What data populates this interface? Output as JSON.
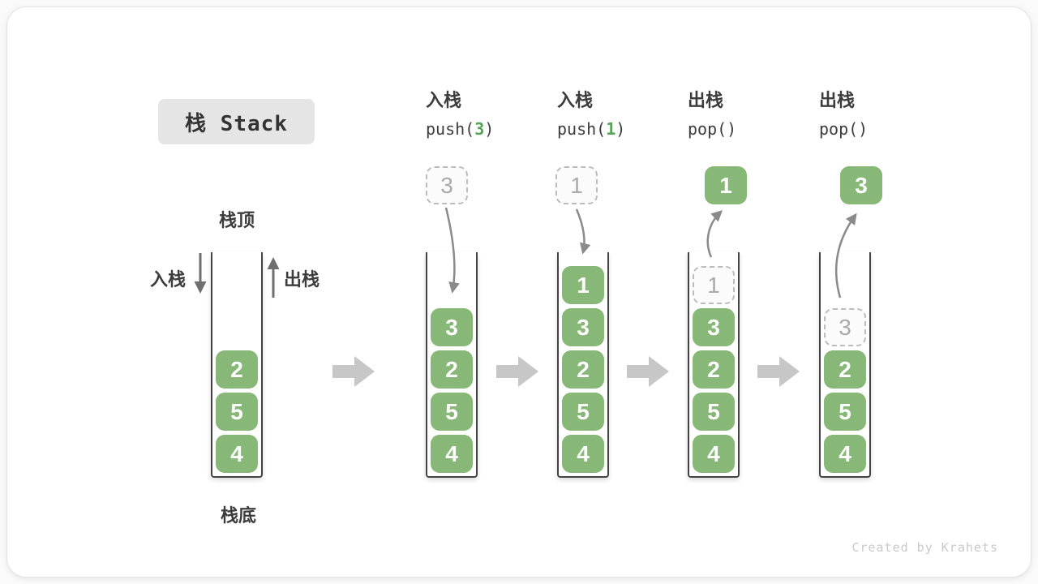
{
  "title": "栈 Stack",
  "stack_labels": {
    "top": "栈顶",
    "bottom": "栈底",
    "push_side": "入栈",
    "pop_side": "出栈"
  },
  "watermark": "Created by Krahets",
  "colors": {
    "element_green": "#87b878",
    "code_arg_green": "#55a357",
    "ghost_border": "#bcbcbc",
    "ghost_text": "#aaaaaa",
    "thin_arrow": "#8a8a8a",
    "block_arrow": "#c7c7c7",
    "wall": "#434343",
    "text_dark": "#3c3c3c",
    "title_bg": "#e5e5e5",
    "watermark_gray": "#c9c9c9"
  },
  "stages": [
    {
      "elements": [
        {
          "value": "2"
        },
        {
          "value": "5"
        },
        {
          "value": "4"
        }
      ]
    },
    {
      "header": {
        "zh": "入栈",
        "code_prefix": "push(",
        "code_arg": "3",
        "code_suffix": ")"
      },
      "floating": {
        "value": "3",
        "ghost": true
      },
      "flow": "in",
      "elements": [
        {
          "value": "3"
        },
        {
          "value": "2"
        },
        {
          "value": "5"
        },
        {
          "value": "4"
        }
      ]
    },
    {
      "header": {
        "zh": "入栈",
        "code_prefix": "push(",
        "code_arg": "1",
        "code_suffix": ")"
      },
      "floating": {
        "value": "1",
        "ghost": true
      },
      "flow": "in",
      "elements": [
        {
          "value": "1"
        },
        {
          "value": "3"
        },
        {
          "value": "2"
        },
        {
          "value": "5"
        },
        {
          "value": "4"
        }
      ]
    },
    {
      "header": {
        "zh": "出栈",
        "code_prefix": "pop(",
        "code_arg": "",
        "code_suffix": ")"
      },
      "floating": {
        "value": "1",
        "ghost": false
      },
      "flow": "out",
      "elements": [
        {
          "value": "1",
          "ghost": true
        },
        {
          "value": "3"
        },
        {
          "value": "2"
        },
        {
          "value": "5"
        },
        {
          "value": "4"
        }
      ]
    },
    {
      "header": {
        "zh": "出栈",
        "code_prefix": "pop(",
        "code_arg": "",
        "code_suffix": ")"
      },
      "floating": {
        "value": "3",
        "ghost": false
      },
      "flow": "out",
      "elements": [
        {
          "value": "3",
          "ghost": true
        },
        {
          "value": "2"
        },
        {
          "value": "5"
        },
        {
          "value": "4"
        }
      ]
    }
  ]
}
